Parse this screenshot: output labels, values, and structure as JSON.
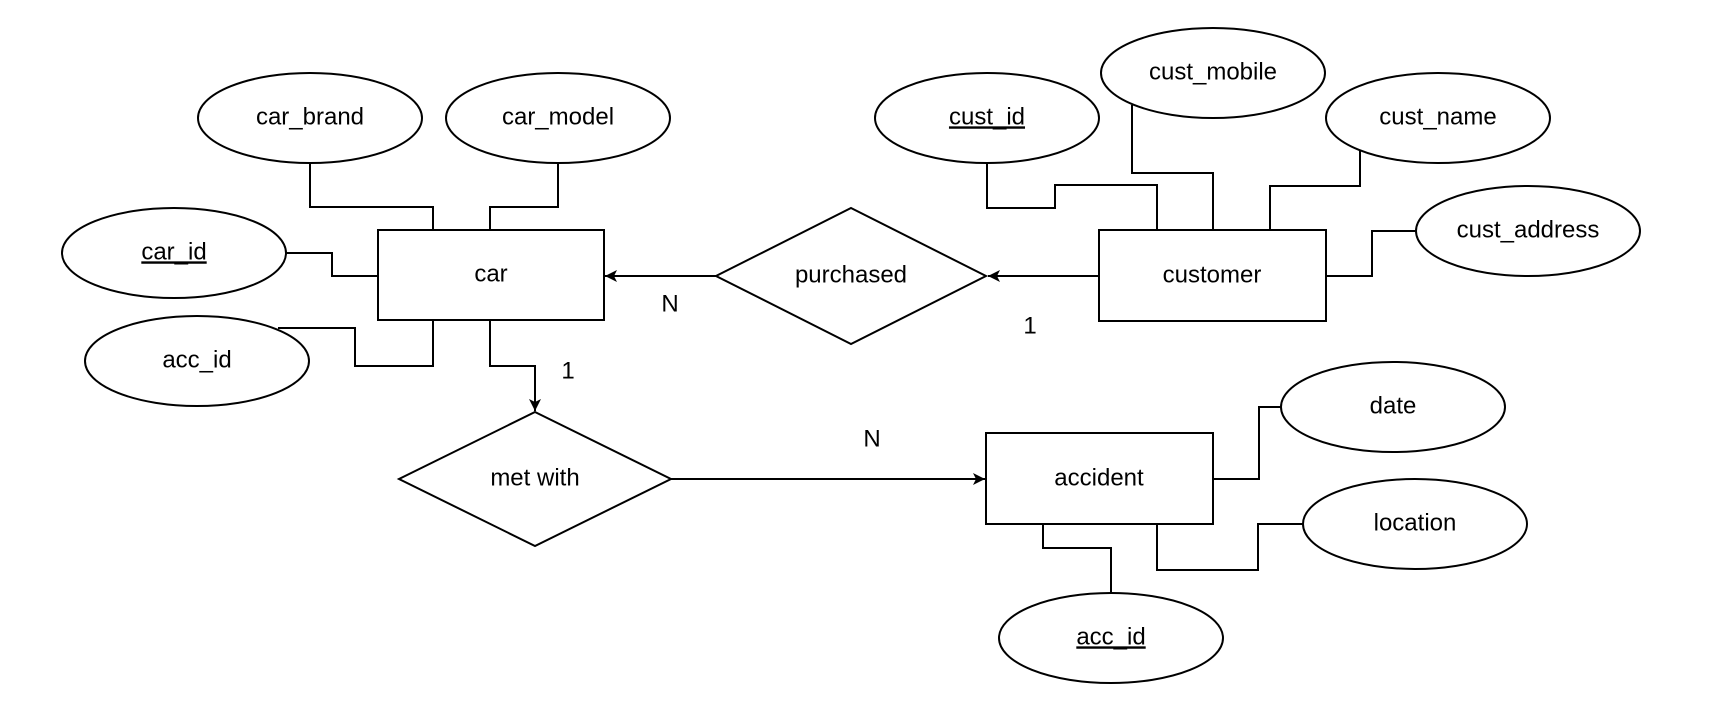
{
  "entities": {
    "car": "car",
    "customer": "customer",
    "accident": "accident"
  },
  "relationships": {
    "purchased": "purchased",
    "met_with": "met with"
  },
  "attributes": {
    "car_brand": "car_brand",
    "car_model": "car_model",
    "car_id": "car_id",
    "car_acc_id": "acc_id",
    "cust_id": "cust_id",
    "cust_mobile": "cust_mobile",
    "cust_name": "cust_name",
    "cust_address": "cust_address",
    "date": "date",
    "location": "location",
    "accident_acc_id": "acc_id"
  },
  "cardinalities": {
    "purchased_car_side": "N",
    "purchased_customer_side": "1",
    "met_with_car_side": "1",
    "met_with_accident_side": "N"
  },
  "colors": {
    "stroke": "#000000",
    "fill": "#ffffff",
    "text": "#000000"
  }
}
